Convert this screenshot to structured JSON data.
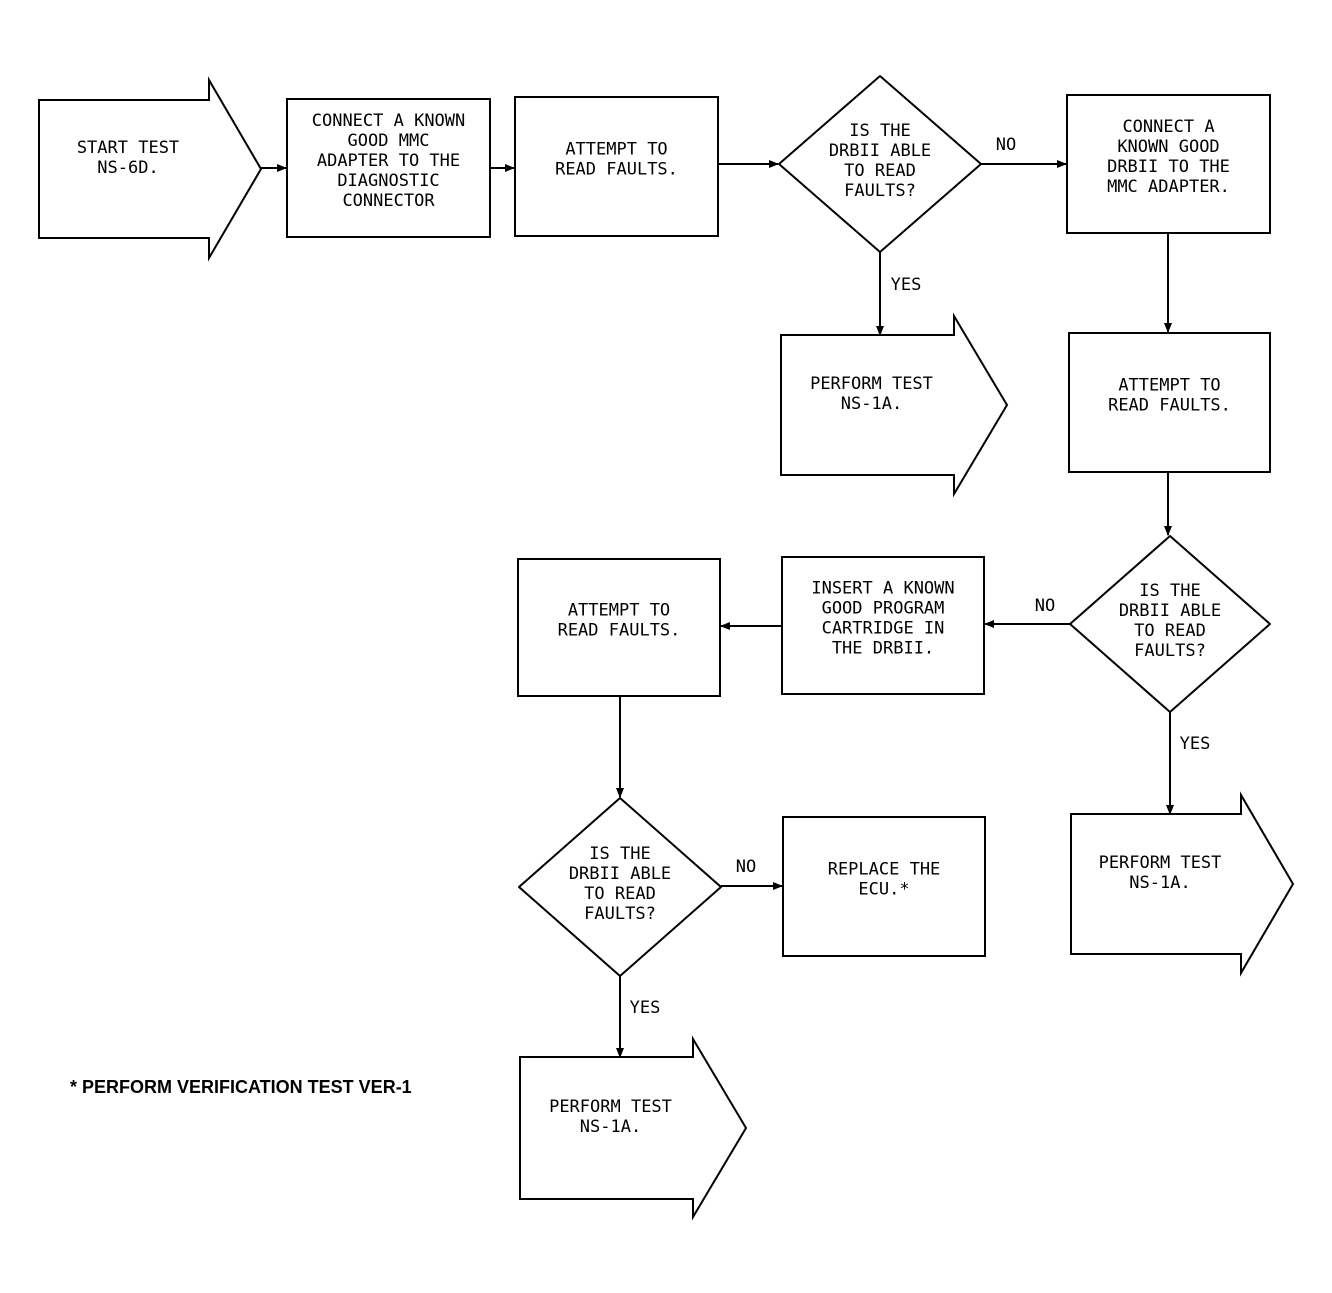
{
  "diagram": {
    "nodes": [
      {
        "id": "start",
        "shape": "arrow",
        "lines": [
          "START TEST",
          "NS-6D."
        ]
      },
      {
        "id": "connect_mmc",
        "shape": "box",
        "lines": [
          "CONNECT A KNOWN",
          "GOOD MMC",
          "ADAPTER TO THE",
          "DIAGNOSTIC",
          "CONNECTOR"
        ]
      },
      {
        "id": "attempt1",
        "shape": "box",
        "lines": [
          "ATTEMPT TO",
          "READ FAULTS."
        ]
      },
      {
        "id": "dec1",
        "shape": "diamond",
        "lines": [
          "IS THE",
          "DRBII ABLE",
          "TO READ",
          "FAULTS?"
        ]
      },
      {
        "id": "perform1",
        "shape": "arrow",
        "lines": [
          "PERFORM TEST",
          "NS-1A."
        ]
      },
      {
        "id": "connect_drb",
        "shape": "box",
        "lines": [
          "CONNECT A",
          "KNOWN GOOD",
          "DRBII TO THE",
          "MMC ADAPTER."
        ]
      },
      {
        "id": "attempt2",
        "shape": "box",
        "lines": [
          "ATTEMPT TO",
          "READ FAULTS."
        ]
      },
      {
        "id": "dec2",
        "shape": "diamond",
        "lines": [
          "IS THE",
          "DRBII ABLE",
          "TO READ",
          "FAULTS?"
        ]
      },
      {
        "id": "perform2",
        "shape": "arrow",
        "lines": [
          "PERFORM TEST",
          "NS-1A."
        ]
      },
      {
        "id": "insert",
        "shape": "box",
        "lines": [
          "INSERT A KNOWN",
          "GOOD PROGRAM",
          "CARTRIDGE IN",
          "THE DRBII."
        ]
      },
      {
        "id": "attempt3",
        "shape": "box",
        "lines": [
          "ATTEMPT TO",
          "READ FAULTS."
        ]
      },
      {
        "id": "dec3",
        "shape": "diamond",
        "lines": [
          "IS THE",
          "DRBII ABLE",
          "TO READ",
          "FAULTS?"
        ]
      },
      {
        "id": "replace",
        "shape": "box",
        "lines": [
          "REPLACE THE",
          "ECU.*"
        ]
      },
      {
        "id": "perform3",
        "shape": "arrow",
        "lines": [
          "PERFORM TEST",
          "NS-1A."
        ]
      }
    ],
    "edges": [
      {
        "from": "start",
        "to": "connect_mmc",
        "label": ""
      },
      {
        "from": "connect_mmc",
        "to": "attempt1",
        "label": ""
      },
      {
        "from": "attempt1",
        "to": "dec1",
        "label": ""
      },
      {
        "from": "dec1",
        "to": "connect_drb",
        "label": "NO"
      },
      {
        "from": "dec1",
        "to": "perform1",
        "label": "YES"
      },
      {
        "from": "connect_drb",
        "to": "attempt2",
        "label": ""
      },
      {
        "from": "attempt2",
        "to": "dec2",
        "label": ""
      },
      {
        "from": "dec2",
        "to": "insert",
        "label": "NO"
      },
      {
        "from": "dec2",
        "to": "perform2",
        "label": "YES"
      },
      {
        "from": "insert",
        "to": "attempt3",
        "label": ""
      },
      {
        "from": "attempt3",
        "to": "dec3",
        "label": ""
      },
      {
        "from": "dec3",
        "to": "replace",
        "label": "NO"
      },
      {
        "from": "dec3",
        "to": "perform3",
        "label": "YES"
      }
    ],
    "footnote": "* PERFORM VERIFICATION TEST VER-1"
  }
}
